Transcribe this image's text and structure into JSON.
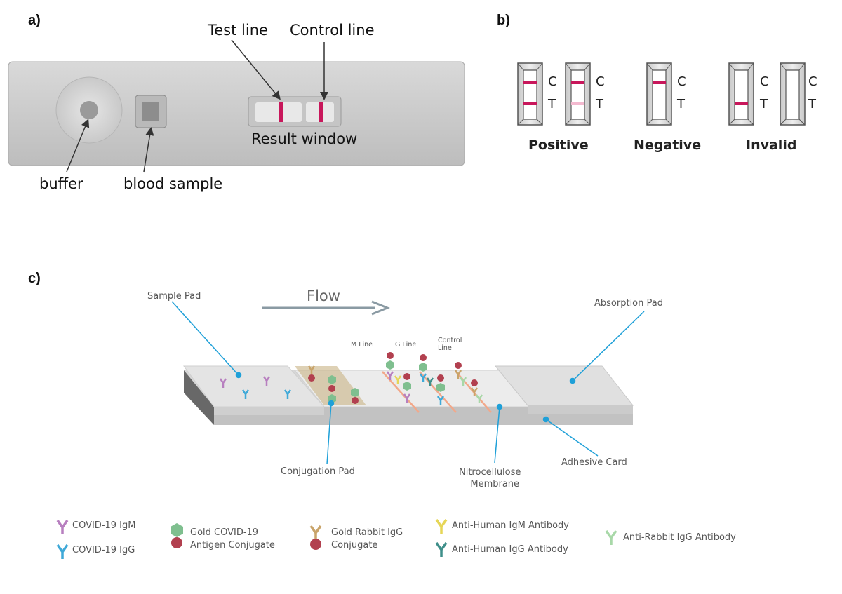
{
  "panels": {
    "a": "a)",
    "b": "b)",
    "c": "c)"
  },
  "panel_a": {
    "test_line": "Test line",
    "control_line": "Control line",
    "result_window": "Result window",
    "buffer": "buffer",
    "blood_sample": "blood sample"
  },
  "panel_b": {
    "c": "C",
    "t": "T",
    "positive": "Positive",
    "negative": "Negative",
    "invalid": "Invalid"
  },
  "panel_c": {
    "flow": "Flow",
    "sample_pad": "Sample Pad",
    "absorption_pad": "Absorption Pad",
    "m_line": "M Line",
    "g_line": "G Line",
    "control_line_1": "Control",
    "control_line_2": "Line",
    "conjugation_pad": "Conjugation Pad",
    "nitrocellulose_1": "Nitrocellulose",
    "nitrocellulose_2": "Membrane",
    "adhesive_card": "Adhesive Card"
  },
  "legend": {
    "igm": "COVID-19 IgM",
    "igg": "COVID-19 IgG",
    "gold_antigen_1": "Gold COVID-19",
    "gold_antigen_2": "Antigen Conjugate",
    "gold_rabbit_1": "Gold Rabbit IgG",
    "gold_rabbit_2": "Conjugate",
    "anti_human_igm": "Anti-Human IgM Antibody",
    "anti_human_igg": "Anti-Human IgG Antibody",
    "anti_rabbit_igg": "Anti-Rabbit IgG Antibody"
  },
  "colors": {
    "igm": "#b77fbf",
    "igg": "#3fa9d8",
    "gold": "#b2404f",
    "antigen": "#7fbf8f",
    "rabbit": "#c9a46a",
    "anti_igm": "#e6d657",
    "anti_igg": "#3f8f8a",
    "anti_rabbit": "#a8d8a8",
    "line_red": "#c8175b",
    "leader_blue": "#1fa0d8"
  }
}
